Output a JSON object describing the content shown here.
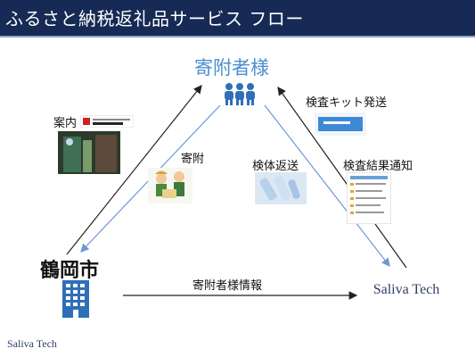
{
  "header": {
    "title": "ふるさと納税返礼品サービス フロー"
  },
  "nodes": {
    "donor": "寄附者様",
    "city": "鶴岡市",
    "company": "Saliva Tech"
  },
  "edges": {
    "guide": "案内",
    "donation": "寄附",
    "sample_return": "検体返送",
    "kit_shipping": "検査キット発送",
    "result_notice": "検査結果通知",
    "donor_info": "寄附者様情報"
  },
  "footer": {
    "brand": "Saliva Tech"
  },
  "colors": {
    "header": "#162a55",
    "accent": "#4a8fd0",
    "arrow_blue": "#6f98d3"
  }
}
